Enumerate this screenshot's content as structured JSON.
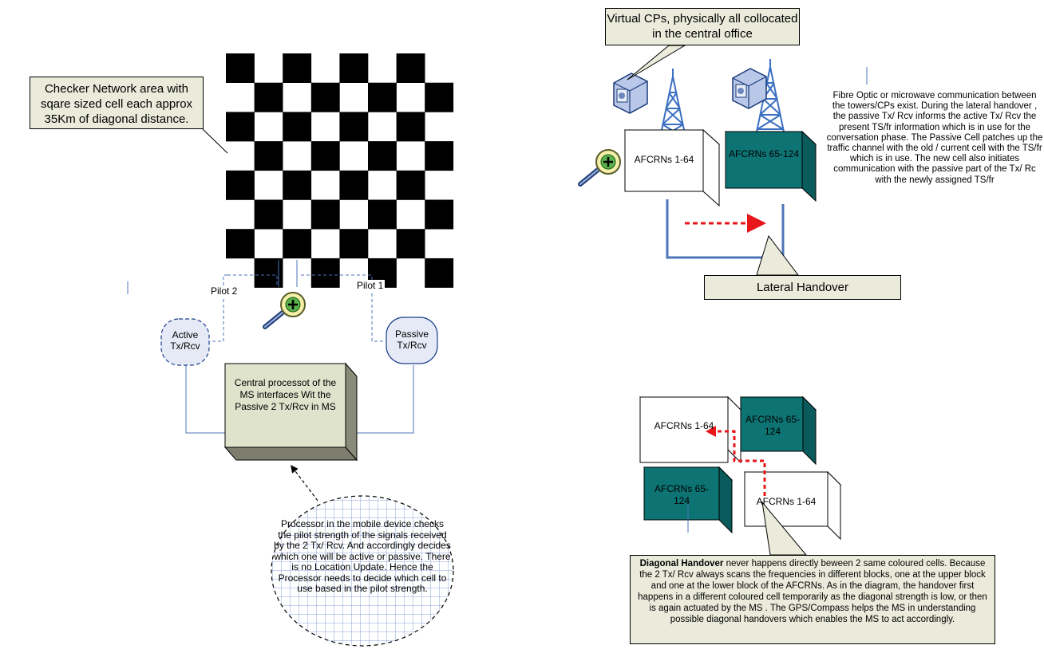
{
  "checker": {
    "callout": "Checker Network area with sqare sized cell each approx 35Km of diagonal distance.",
    "pilot_left": "Pilot 2",
    "pilot_right": "Pilot 1"
  },
  "ms": {
    "active_label": "Active Tx/Rcv",
    "passive_label": "Passive Tx/Rcv",
    "processor_box": "Central processot of the MS interfaces Wit the Passive 2 Tx/Rcv in MS",
    "processor_note": "Processor in the mobile device checks the pilot strength of the signals received by the 2  Tx/ Rcv. And accordingly decides which one will be active or passive. There is no Location Update. Hence the Processor needs to decide which cell to use based in the pilot strength."
  },
  "lateral": {
    "virtual_cp_callout": "Virtual CPs, physically all collocated in the central office",
    "block_white": "AFCRNs 1-64",
    "block_teal": "AFCRNs 65-124",
    "description": "Fibre Optic or microwave communication between the towers/CPs exist. During the lateral handover , the passive Tx/ Rcv informs the active  Tx/ Rcv the present TS/fr information which is in use for the conversation phase. The Passive Cell patches up the traffic channel with the old / current cell with the TS/fr which is in use. The new cell also initiates communication with the passive part of the Tx/ Rc with the newly assigned TS/fr",
    "callout": "Lateral Handover"
  },
  "diagonal": {
    "top_left": "AFCRNs 1-64",
    "top_right": "AFCRNs 65-124",
    "bottom_left": "AFCRNs 65-124",
    "bottom_right": "AFCRNs 1-64",
    "callout_bold": "Diagonal Handover",
    "callout_text": " never happens directly beween 2 same coloured cells. Because the 2 Tx/ Rcv always scans the frequencies in different blocks, one at the upper block and one at the lower block of the AFCRNs. As in the diagram, the handover first happens in a different coloured cell temporarily  as the diagonal strength is low, or then is again actuated by the MS . The GPS/Compass helps the MS in understanding possible diagonal handovers which enables the MS to act accordingly."
  },
  "icons": [
    "magnifier-plus-icon",
    "antenna-tower-icon",
    "equipment-cabinet-icon"
  ],
  "colors": {
    "teal": "#0d7373",
    "callout_bg": "#ebebdc",
    "arrow_red": "#e8151b",
    "line_blue": "#4c74b8",
    "box_olive": "#dfe3cc"
  }
}
